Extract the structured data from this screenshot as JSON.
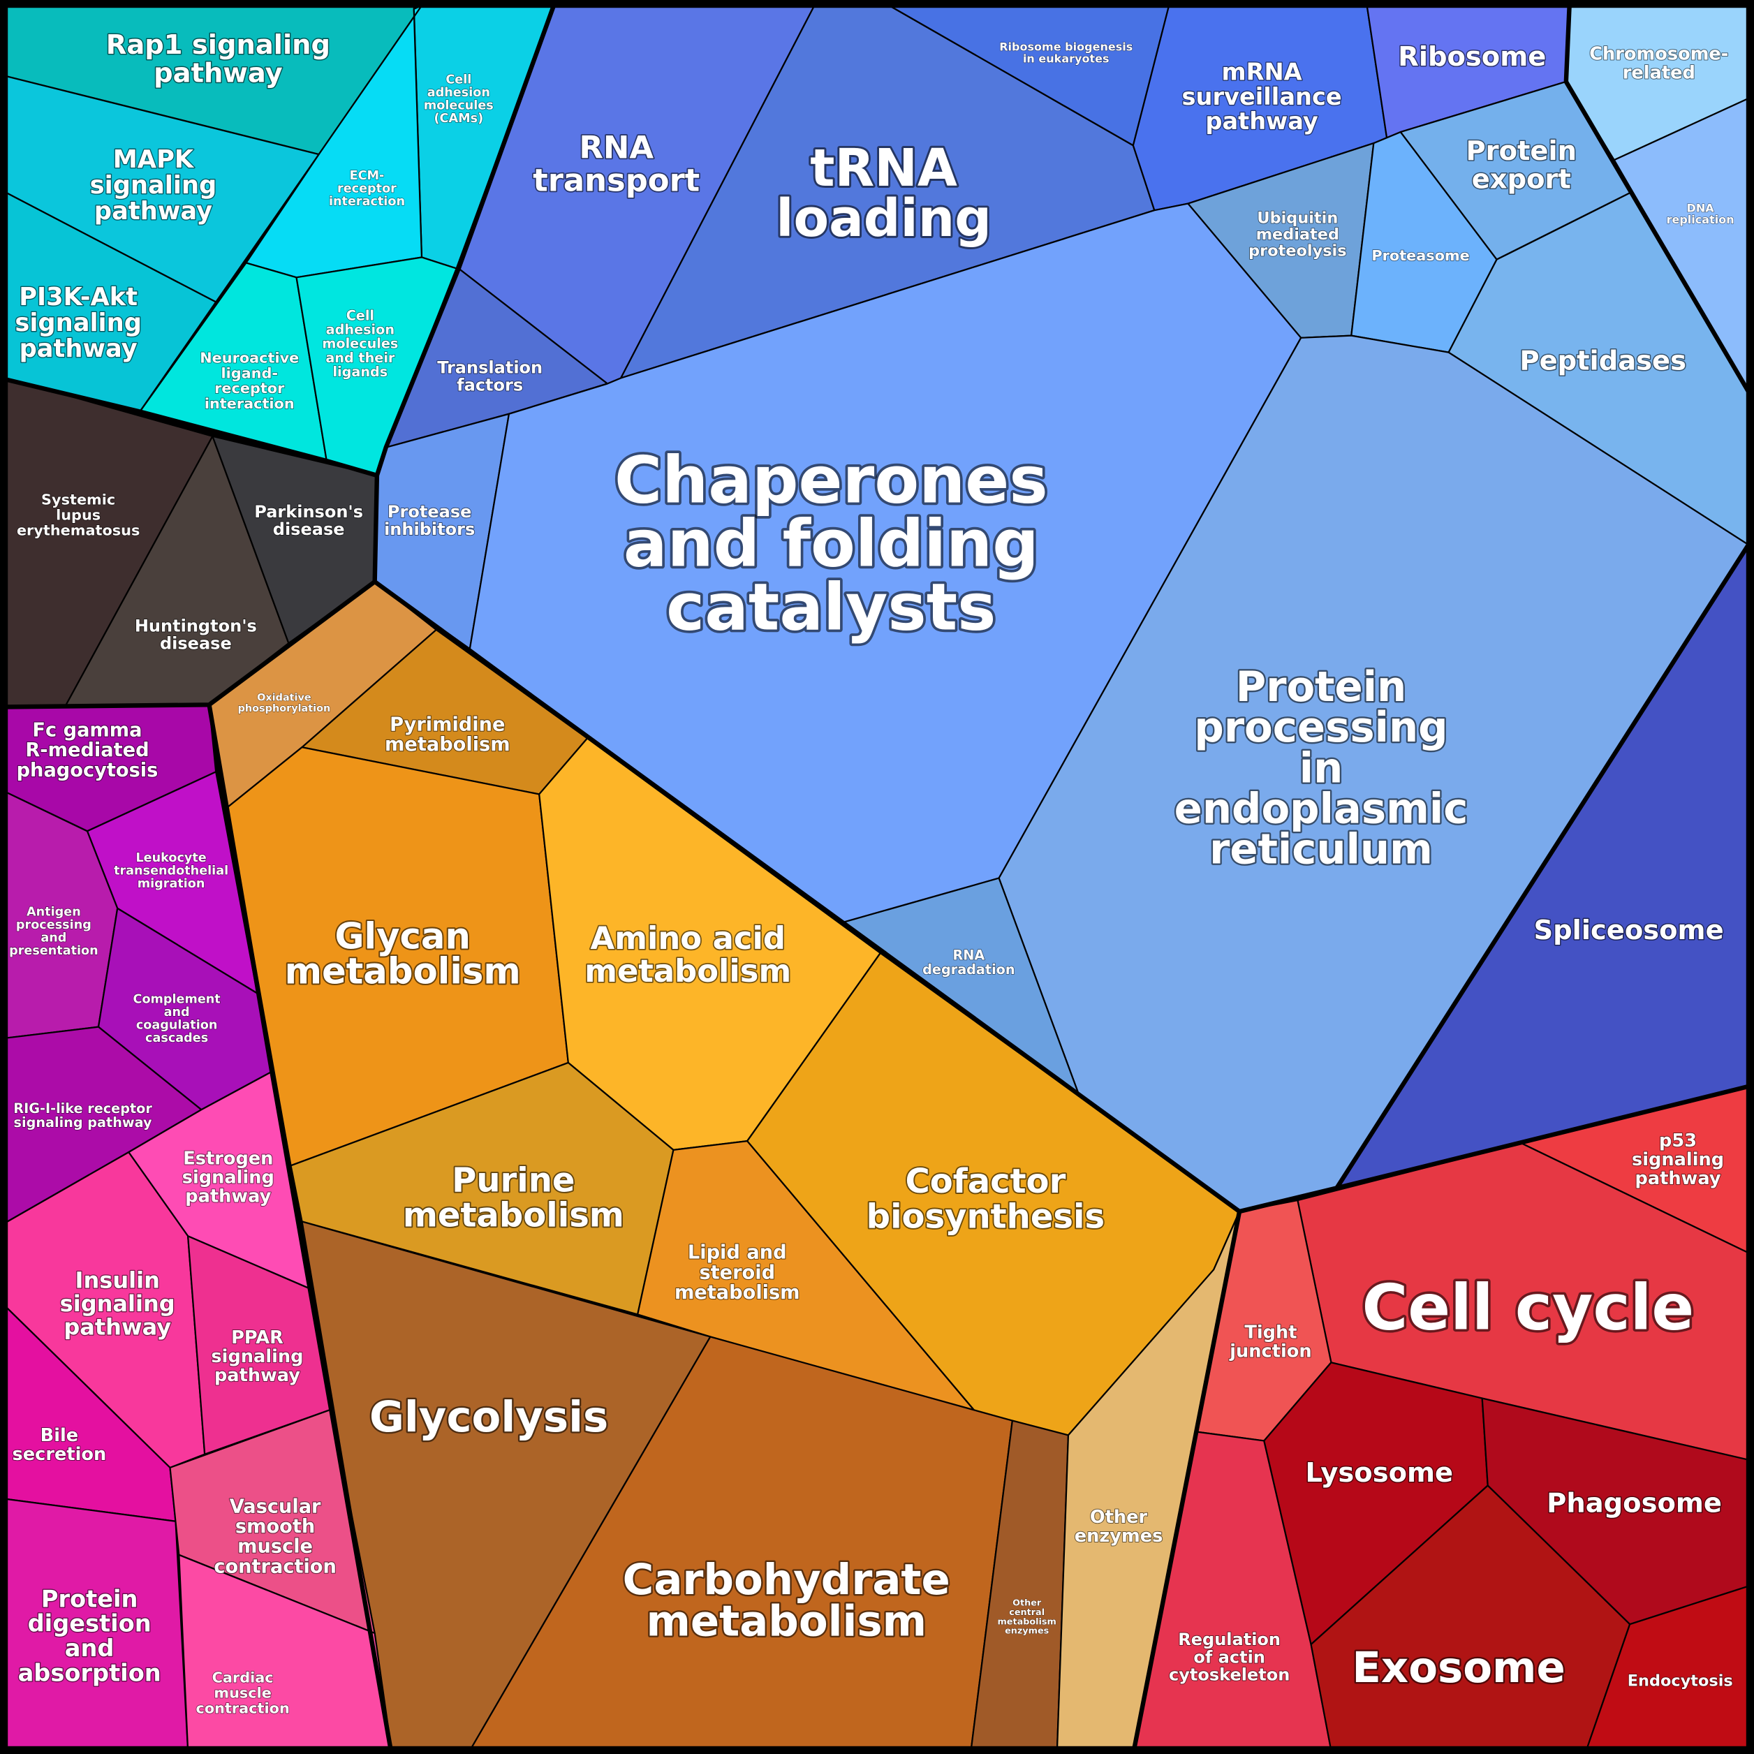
{
  "chart_data": {
    "type": "treemap",
    "title": "",
    "cells": [
      {
        "id": "rap1",
        "lines": [
          "Rap1 signaling",
          "pathway"
        ],
        "color": "#08bcbc"
      },
      {
        "id": "mapk",
        "lines": [
          "MAPK",
          "signaling",
          "pathway"
        ],
        "color": "#0bc6dc"
      },
      {
        "id": "pi3k",
        "lines": [
          "PI3K-Akt",
          "signaling",
          "pathway"
        ],
        "color": "#07c4d6"
      },
      {
        "id": "cams",
        "lines": [
          "Cell",
          "adhesion",
          "molecules",
          "(CAMs)"
        ],
        "color": "#0bd0e6"
      },
      {
        "id": "ecm",
        "lines": [
          "ECM-",
          "receptor",
          "interaction"
        ],
        "color": "#06dcf5"
      },
      {
        "id": "neuro",
        "lines": [
          "Neuroactive",
          "ligand-",
          "receptor",
          "interaction"
        ],
        "color": "#00e6de"
      },
      {
        "id": "camlig",
        "lines": [
          "Cell",
          "adhesion",
          "molecules",
          "and their",
          "ligands"
        ],
        "color": "#00e6e0"
      },
      {
        "id": "lupus",
        "lines": [
          "Systemic",
          "lupus",
          "erythematosus"
        ],
        "color": "#3e2e2e"
      },
      {
        "id": "huntington",
        "lines": [
          "Huntington's",
          "disease"
        ],
        "color": "#4a403c"
      },
      {
        "id": "parkinson",
        "lines": [
          "Parkinson's",
          "disease"
        ],
        "color": "#3a3a3e"
      },
      {
        "id": "oxphos",
        "lines": [
          "Oxidative",
          "phosphorylation"
        ],
        "color": "#dc9444"
      },
      {
        "id": "pyrimidine",
        "lines": [
          "Pyrimidine",
          "metabolism"
        ],
        "color": "#d48a1c"
      },
      {
        "id": "glycan",
        "lines": [
          "Glycan",
          "metabolism"
        ],
        "color": "#ee9418"
      },
      {
        "id": "amino",
        "lines": [
          "Amino acid",
          "metabolism"
        ],
        "color": "#fdb528"
      },
      {
        "id": "purine",
        "lines": [
          "Purine",
          "metabolism"
        ],
        "color": "#da9a22"
      },
      {
        "id": "lipid",
        "lines": [
          "Lipid and",
          "steroid",
          "metabolism"
        ],
        "color": "#ec9220"
      },
      {
        "id": "cofactor",
        "lines": [
          "Cofactor",
          "biosynthesis"
        ],
        "color": "#eea418"
      },
      {
        "id": "glycolysis",
        "lines": [
          "Glycolysis"
        ],
        "color": "#ac6428"
      },
      {
        "id": "carbo",
        "lines": [
          "Carbohydrate",
          "metabolism"
        ],
        "color": "#c0661e"
      },
      {
        "id": "othercentral",
        "lines": [
          "Other",
          "central",
          "metabolism",
          "enzymes"
        ],
        "color": "#a05a28"
      },
      {
        "id": "otherenz",
        "lines": [
          "Other",
          "enzymes"
        ],
        "color": "#e4b870"
      },
      {
        "id": "rnatransport",
        "lines": [
          "RNA",
          "transport"
        ],
        "color": "#5a76e6"
      },
      {
        "id": "trna",
        "lines": [
          "tRNA",
          "loading"
        ],
        "color": "#5278dc"
      },
      {
        "id": "ribobio",
        "lines": [
          "Ribosome biogenesis",
          "in eukaryotes"
        ],
        "color": "#4872e4"
      },
      {
        "id": "mrna",
        "lines": [
          "mRNA",
          "surveillance",
          "pathway"
        ],
        "color": "#4a72ee"
      },
      {
        "id": "ribosome",
        "lines": [
          "Ribosome"
        ],
        "color": "#6474f2"
      },
      {
        "id": "chromosome",
        "lines": [
          "Chromosome-",
          "related"
        ],
        "color": "#9ad4fc"
      },
      {
        "id": "dnarep",
        "lines": [
          "DNA",
          "replication"
        ],
        "color": "#8cbcfc"
      },
      {
        "id": "protexport",
        "lines": [
          "Protein",
          "export"
        ],
        "color": "#74b0ec"
      },
      {
        "id": "ubiquitin",
        "lines": [
          "Ubiquitin",
          "mediated",
          "proteolysis"
        ],
        "color": "#6ea2da"
      },
      {
        "id": "proteasome",
        "lines": [
          "Proteasome"
        ],
        "color": "#6cb2fc"
      },
      {
        "id": "peptidases",
        "lines": [
          "Peptidases"
        ],
        "color": "#78b4ee"
      },
      {
        "id": "transfactors",
        "lines": [
          "Translation",
          "factors"
        ],
        "color": "#5270d4"
      },
      {
        "id": "proteaseinh",
        "lines": [
          "Protease",
          "inhibitors"
        ],
        "color": "#6898f0"
      },
      {
        "id": "chaperones",
        "lines": [
          "Chaperones",
          "and folding",
          "catalysts"
        ],
        "color": "#72a2fc"
      },
      {
        "id": "er",
        "lines": [
          "Protein",
          "processing",
          "in",
          "endoplasmic",
          "reticulum"
        ],
        "color": "#7aaaec"
      },
      {
        "id": "rnadeg",
        "lines": [
          "RNA",
          "degradation"
        ],
        "color": "#6aa0e0"
      },
      {
        "id": "spliceosome",
        "lines": [
          "Spliceosome"
        ],
        "color": "#4452c4"
      },
      {
        "id": "p53",
        "lines": [
          "p53",
          "signaling",
          "pathway"
        ],
        "color": "#ee3c42"
      },
      {
        "id": "cellcycle",
        "lines": [
          "Cell cycle"
        ],
        "color": "#e63844"
      },
      {
        "id": "tight",
        "lines": [
          "Tight",
          "junction"
        ],
        "color": "#f05454"
      },
      {
        "id": "actin",
        "lines": [
          "Regulation",
          "of actin",
          "cytoskeleton"
        ],
        "color": "#e63450"
      },
      {
        "id": "lysosome",
        "lines": [
          "Lysosome"
        ],
        "color": "#b60818"
      },
      {
        "id": "phagosome",
        "lines": [
          "Phagosome"
        ],
        "color": "#b00a1c"
      },
      {
        "id": "exosome",
        "lines": [
          "Exosome"
        ],
        "color": "#b01414"
      },
      {
        "id": "endocytosis",
        "lines": [
          "Endocytosis"
        ],
        "color": "#c00c14"
      },
      {
        "id": "fcgamma",
        "lines": [
          "Fc gamma",
          "R-mediated",
          "phagocytosis"
        ],
        "color": "#a808a8"
      },
      {
        "id": "leukocyte",
        "lines": [
          "Leukocyte",
          "transendothelial",
          "migration"
        ],
        "color": "#c010c8"
      },
      {
        "id": "antigen",
        "lines": [
          "Antigen",
          "processing",
          "and",
          "presentation"
        ],
        "color": "#b81cac"
      },
      {
        "id": "complement",
        "lines": [
          "Complement",
          "and",
          "coagulation",
          "cascades"
        ],
        "color": "#a810b8"
      },
      {
        "id": "rigi",
        "lines": [
          "RIG-I-like receptor",
          "signaling pathway"
        ],
        "color": "#ac0ca8"
      },
      {
        "id": "estrogen",
        "lines": [
          "Estrogen",
          "signaling",
          "pathway"
        ],
        "color": "#fe4cb4"
      },
      {
        "id": "insulin",
        "lines": [
          "Insulin",
          "signaling",
          "pathway"
        ],
        "color": "#f8389c"
      },
      {
        "id": "ppar",
        "lines": [
          "PPAR",
          "signaling",
          "pathway"
        ],
        "color": "#ee3090"
      },
      {
        "id": "bile",
        "lines": [
          "Bile",
          "secretion"
        ],
        "color": "#e410a0"
      },
      {
        "id": "protdigest",
        "lines": [
          "Protein",
          "digestion",
          "and",
          "absorption"
        ],
        "color": "#e01aa6"
      },
      {
        "id": "vascular",
        "lines": [
          "Vascular",
          "smooth",
          "muscle",
          "contraction"
        ],
        "color": "#ec5088"
      },
      {
        "id": "cardiac",
        "lines": [
          "Cardiac",
          "muscle",
          "contraction"
        ],
        "color": "#fc4aa4"
      }
    ]
  }
}
